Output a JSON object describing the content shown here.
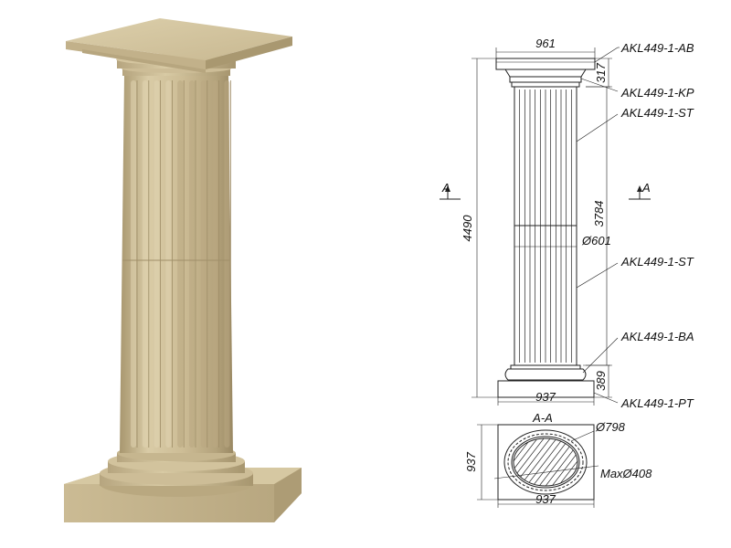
{
  "colors": {
    "stone_light": "#d8c9a4",
    "stone_mid": "#c3b18a",
    "stone_dark": "#9c8a66",
    "line": "#222222"
  },
  "elevation": {
    "width_top": "961",
    "height_total": "4490",
    "height_shaft": "3784",
    "height_capital": "317",
    "height_base": "389",
    "width_bottom": "937",
    "diameter_shaft": "Ø601",
    "section_marker": "A"
  },
  "parts": {
    "abacus": "AKL449-1-AB",
    "capital": "AKL449-1-KP",
    "shaft_upper": "AKL449-1-ST",
    "shaft_lower": "AKL449-1-ST",
    "base": "AKL449-1-BA",
    "plinth": "AKL449-1-PT"
  },
  "section": {
    "title": "A-A",
    "side": "937",
    "width": "937",
    "outer_diameter": "Ø798",
    "inner_diameter": "MaxØ408"
  }
}
